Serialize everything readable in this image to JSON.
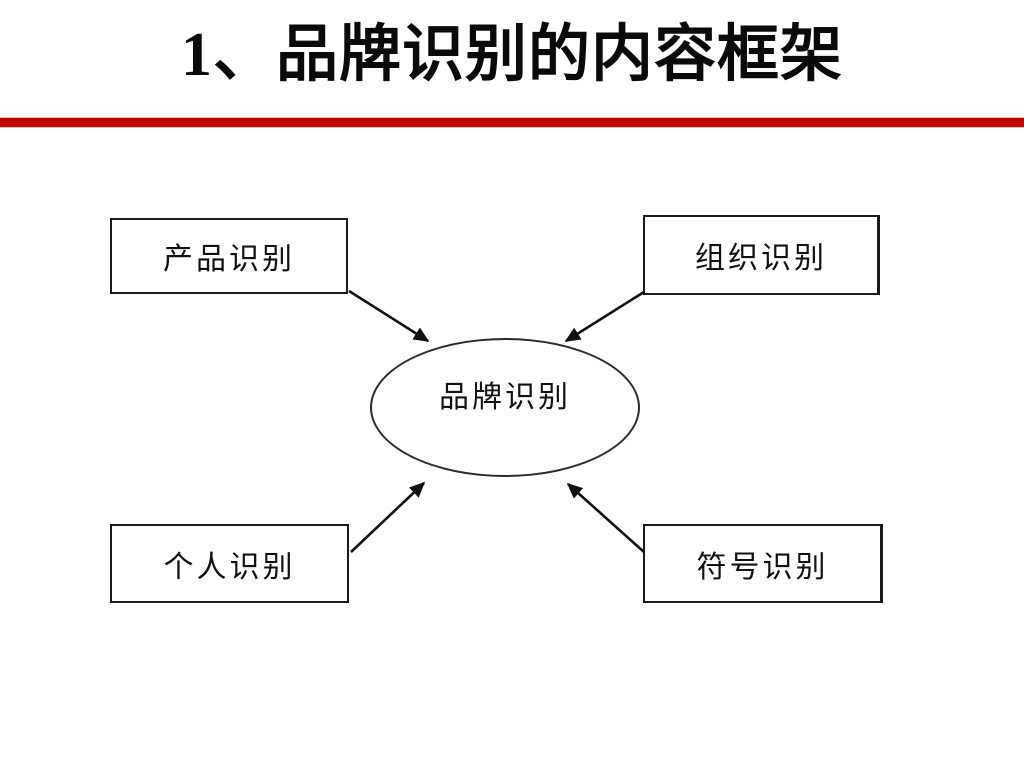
{
  "slide": {
    "title": "1、品牌识别的内容框架",
    "accent_color": "#c00000",
    "background_color": "#ffffff"
  },
  "diagram": {
    "center": {
      "id": "brand-identity",
      "label": "品牌识别",
      "shape": "ellipse"
    },
    "nodes": [
      {
        "id": "product-identity",
        "label": "产品识别",
        "position": "top-left"
      },
      {
        "id": "organization-identity",
        "label": "组织识别",
        "position": "top-right"
      },
      {
        "id": "personal-identity",
        "label": "个人识别",
        "position": "bottom-left"
      },
      {
        "id": "symbol-identity",
        "label": "符号识别",
        "position": "bottom-right"
      }
    ],
    "arrows": [
      {
        "from": "product-identity",
        "to": "brand-identity"
      },
      {
        "from": "organization-identity",
        "to": "brand-identity"
      },
      {
        "from": "personal-identity",
        "to": "brand-identity"
      },
      {
        "from": "symbol-identity",
        "to": "brand-identity"
      }
    ]
  }
}
